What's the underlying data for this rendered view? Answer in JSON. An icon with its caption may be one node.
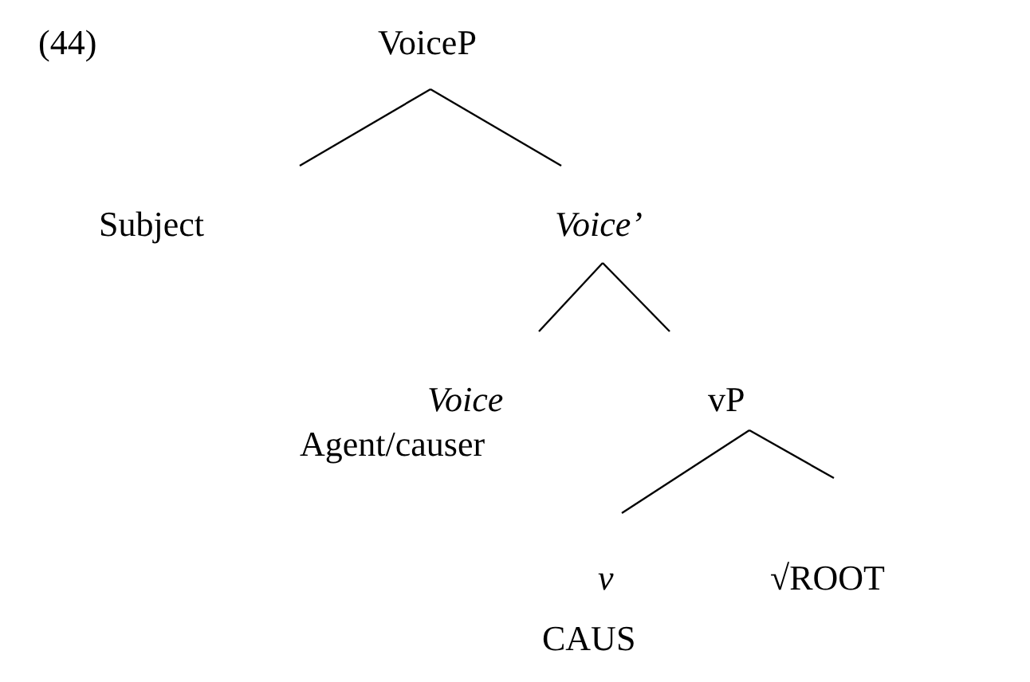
{
  "diagram": {
    "nodes": [
      {
        "text": [
          "VoiceP"
        ]
      },
      {
        "text": [
          "Subject"
        ]
      },
      {
        "text": [
          "Voice’"
        ]
      },
      {
        "text": [
          "Voice"
        ],
        "beside": [
          "Agent/causer"
        ]
      },
      {
        "text": [
          "vP"
        ]
      },
      {
        "text": [
          "v"
        ],
        "beside": [
          "CAUS"
        ]
      },
      {
        "text": [
          "**√**ROOT"
        ]
      }
    ],
    "edges": [
      {
        "from": 0,
        "to": 1,
        "arrow": "none"
      },
      {
        "from": 0,
        "to": 2,
        "arrow": "none"
      },
      {
        "from": 2,
        "to": 3,
        "arrow": "none"
      },
      {
        "from": 2,
        "to": 4,
        "arrow": "none"
      },
      {
        "from": 4,
        "to": 5,
        "arrow": "none"
      },
      {
        "from": 4,
        "to": 6,
        "arrow": "none"
      }
    ],
    "labels": [
      "(44)"
    ]
  }
}
